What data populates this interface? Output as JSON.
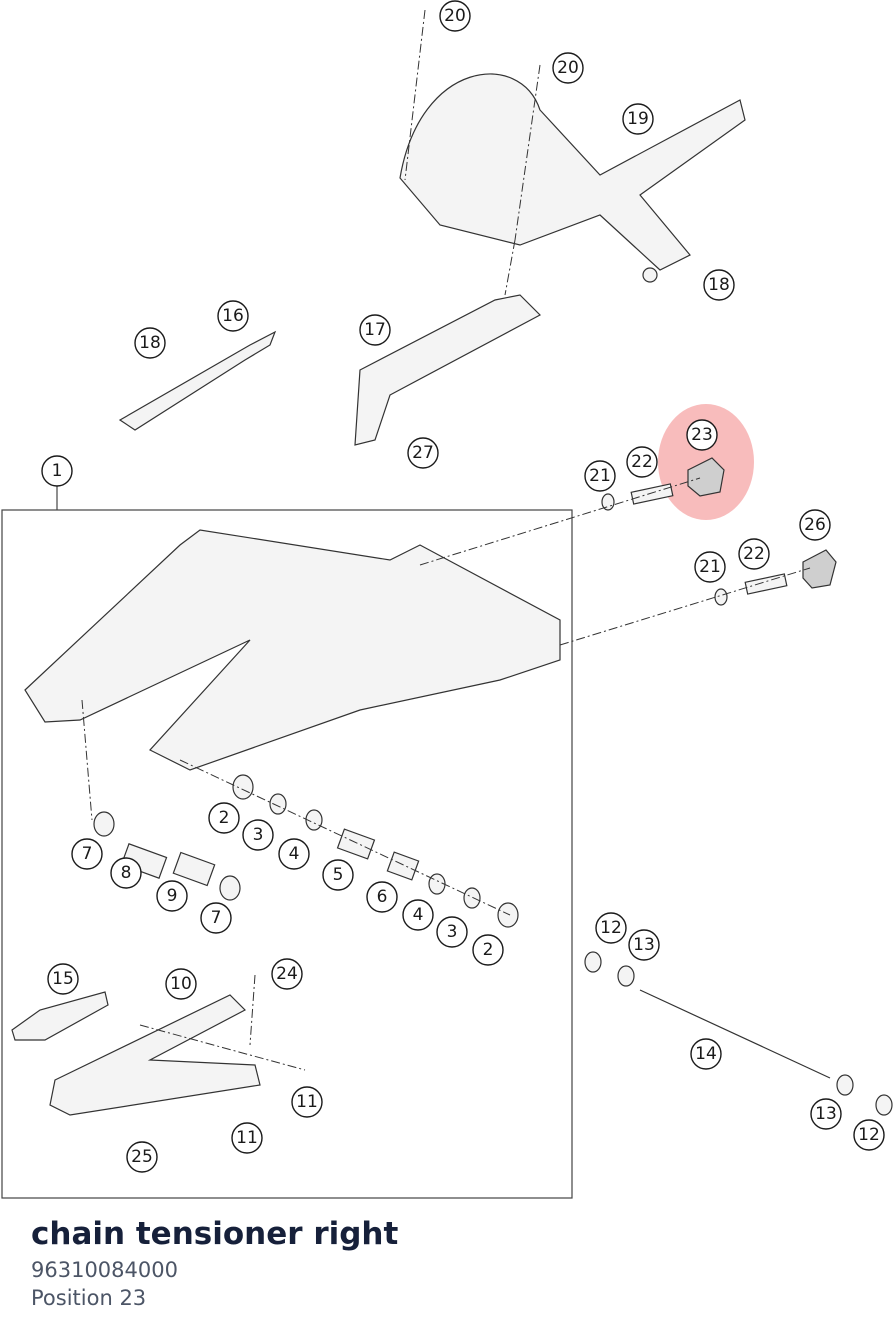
{
  "diagram": {
    "callouts": [
      "20",
      "20",
      "19",
      "18",
      "16",
      "18",
      "17",
      "27",
      "23",
      "22",
      "21",
      "26",
      "22",
      "21",
      "1",
      "2",
      "3",
      "4",
      "5",
      "6",
      "4",
      "3",
      "2",
      "7",
      "8",
      "9",
      "7",
      "15",
      "10",
      "24",
      "11",
      "11",
      "25",
      "12",
      "13",
      "14",
      "13",
      "12"
    ],
    "highlighted_position": "23",
    "highlight_color": "#f06b6b"
  },
  "caption": {
    "part_name": "chain tensioner right",
    "part_number": "96310084000",
    "position": "Position 23"
  }
}
